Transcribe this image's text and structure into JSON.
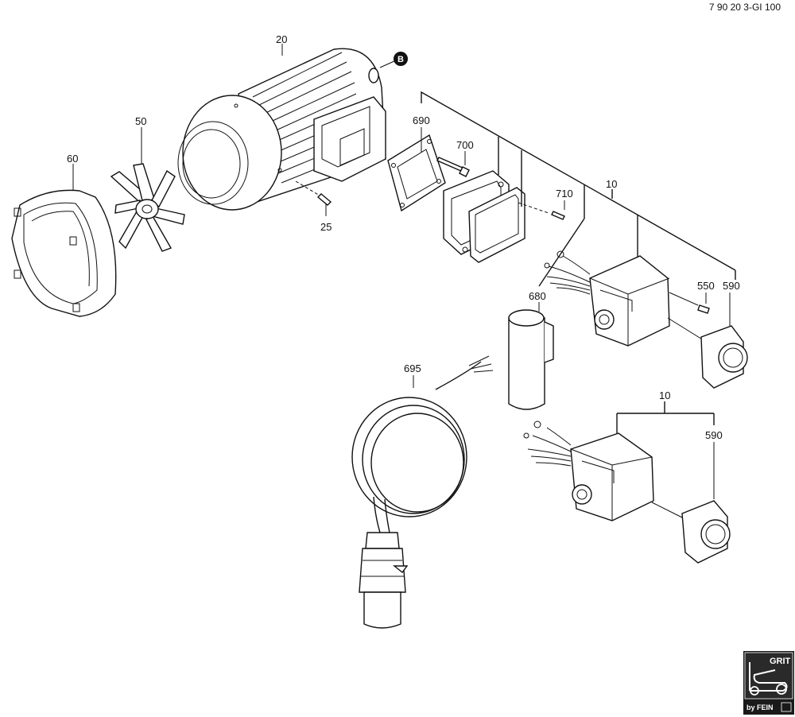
{
  "document_code": "7 90 20 3-GI 100",
  "callouts": [
    {
      "id": "20",
      "text": "20"
    },
    {
      "id": "B",
      "text": "B"
    },
    {
      "id": "50",
      "text": "50"
    },
    {
      "id": "60",
      "text": "60"
    },
    {
      "id": "25",
      "text": "25"
    },
    {
      "id": "690",
      "text": "690"
    },
    {
      "id": "700",
      "text": "700"
    },
    {
      "id": "710",
      "text": "710"
    },
    {
      "id": "10a",
      "text": "10"
    },
    {
      "id": "680",
      "text": "680"
    },
    {
      "id": "550",
      "text": "550"
    },
    {
      "id": "590a",
      "text": "590"
    },
    {
      "id": "695",
      "text": "695"
    },
    {
      "id": "10b",
      "text": "10"
    },
    {
      "id": "590b",
      "text": "590"
    }
  ],
  "logo": {
    "top_text": "GRIT",
    "bottom_text": "by FEIN"
  }
}
